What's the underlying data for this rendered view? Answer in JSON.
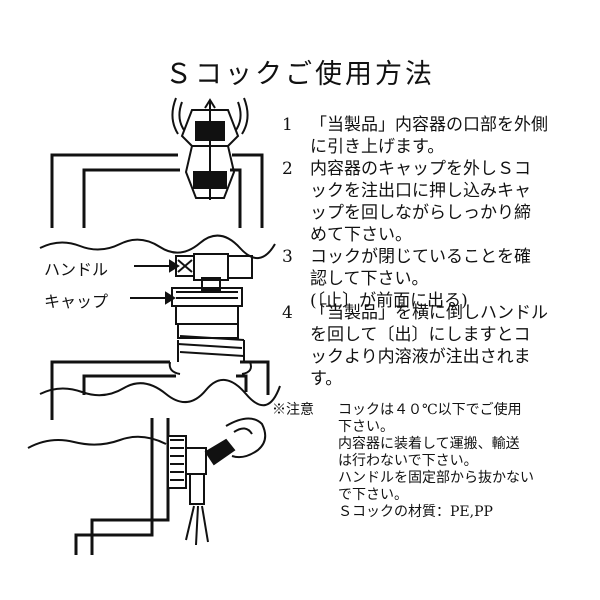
{
  "title": "Ｓコックご使用方法",
  "steps": [
    {
      "num": "1",
      "lines": [
        "「当製品」内容器の口部を外側",
        "に引き上げます。"
      ]
    },
    {
      "num": "2",
      "lines": [
        "内容器のキャップを外しＳコ",
        "ックを注出口に押し込みキャ",
        "ップを回しながらしっかり締",
        "めて下さい。"
      ]
    },
    {
      "num": "3",
      "lines": [
        "コックが閉じていることを確",
        "認して下さい。",
        "(〔止〕が前面に出る)"
      ]
    },
    {
      "num": "4",
      "lines": [
        "「当製品」を横に倒しハンドル",
        "を回して〔出〕にしますとコ",
        "ックより内溶液が注出されま",
        "す。"
      ]
    }
  ],
  "labels": {
    "handle": "ハンドル",
    "cap": "キャップ"
  },
  "note": {
    "heading": "※注意",
    "lines": [
      "コックは４０℃以下でご使用",
      "下さい。",
      "内容器に装着して運搬、輸送",
      "は行わないで下さい。",
      "ハンドルを固定部から抜かない",
      "で下さい。",
      "Ｓコックの材質：PE,PP"
    ]
  }
}
